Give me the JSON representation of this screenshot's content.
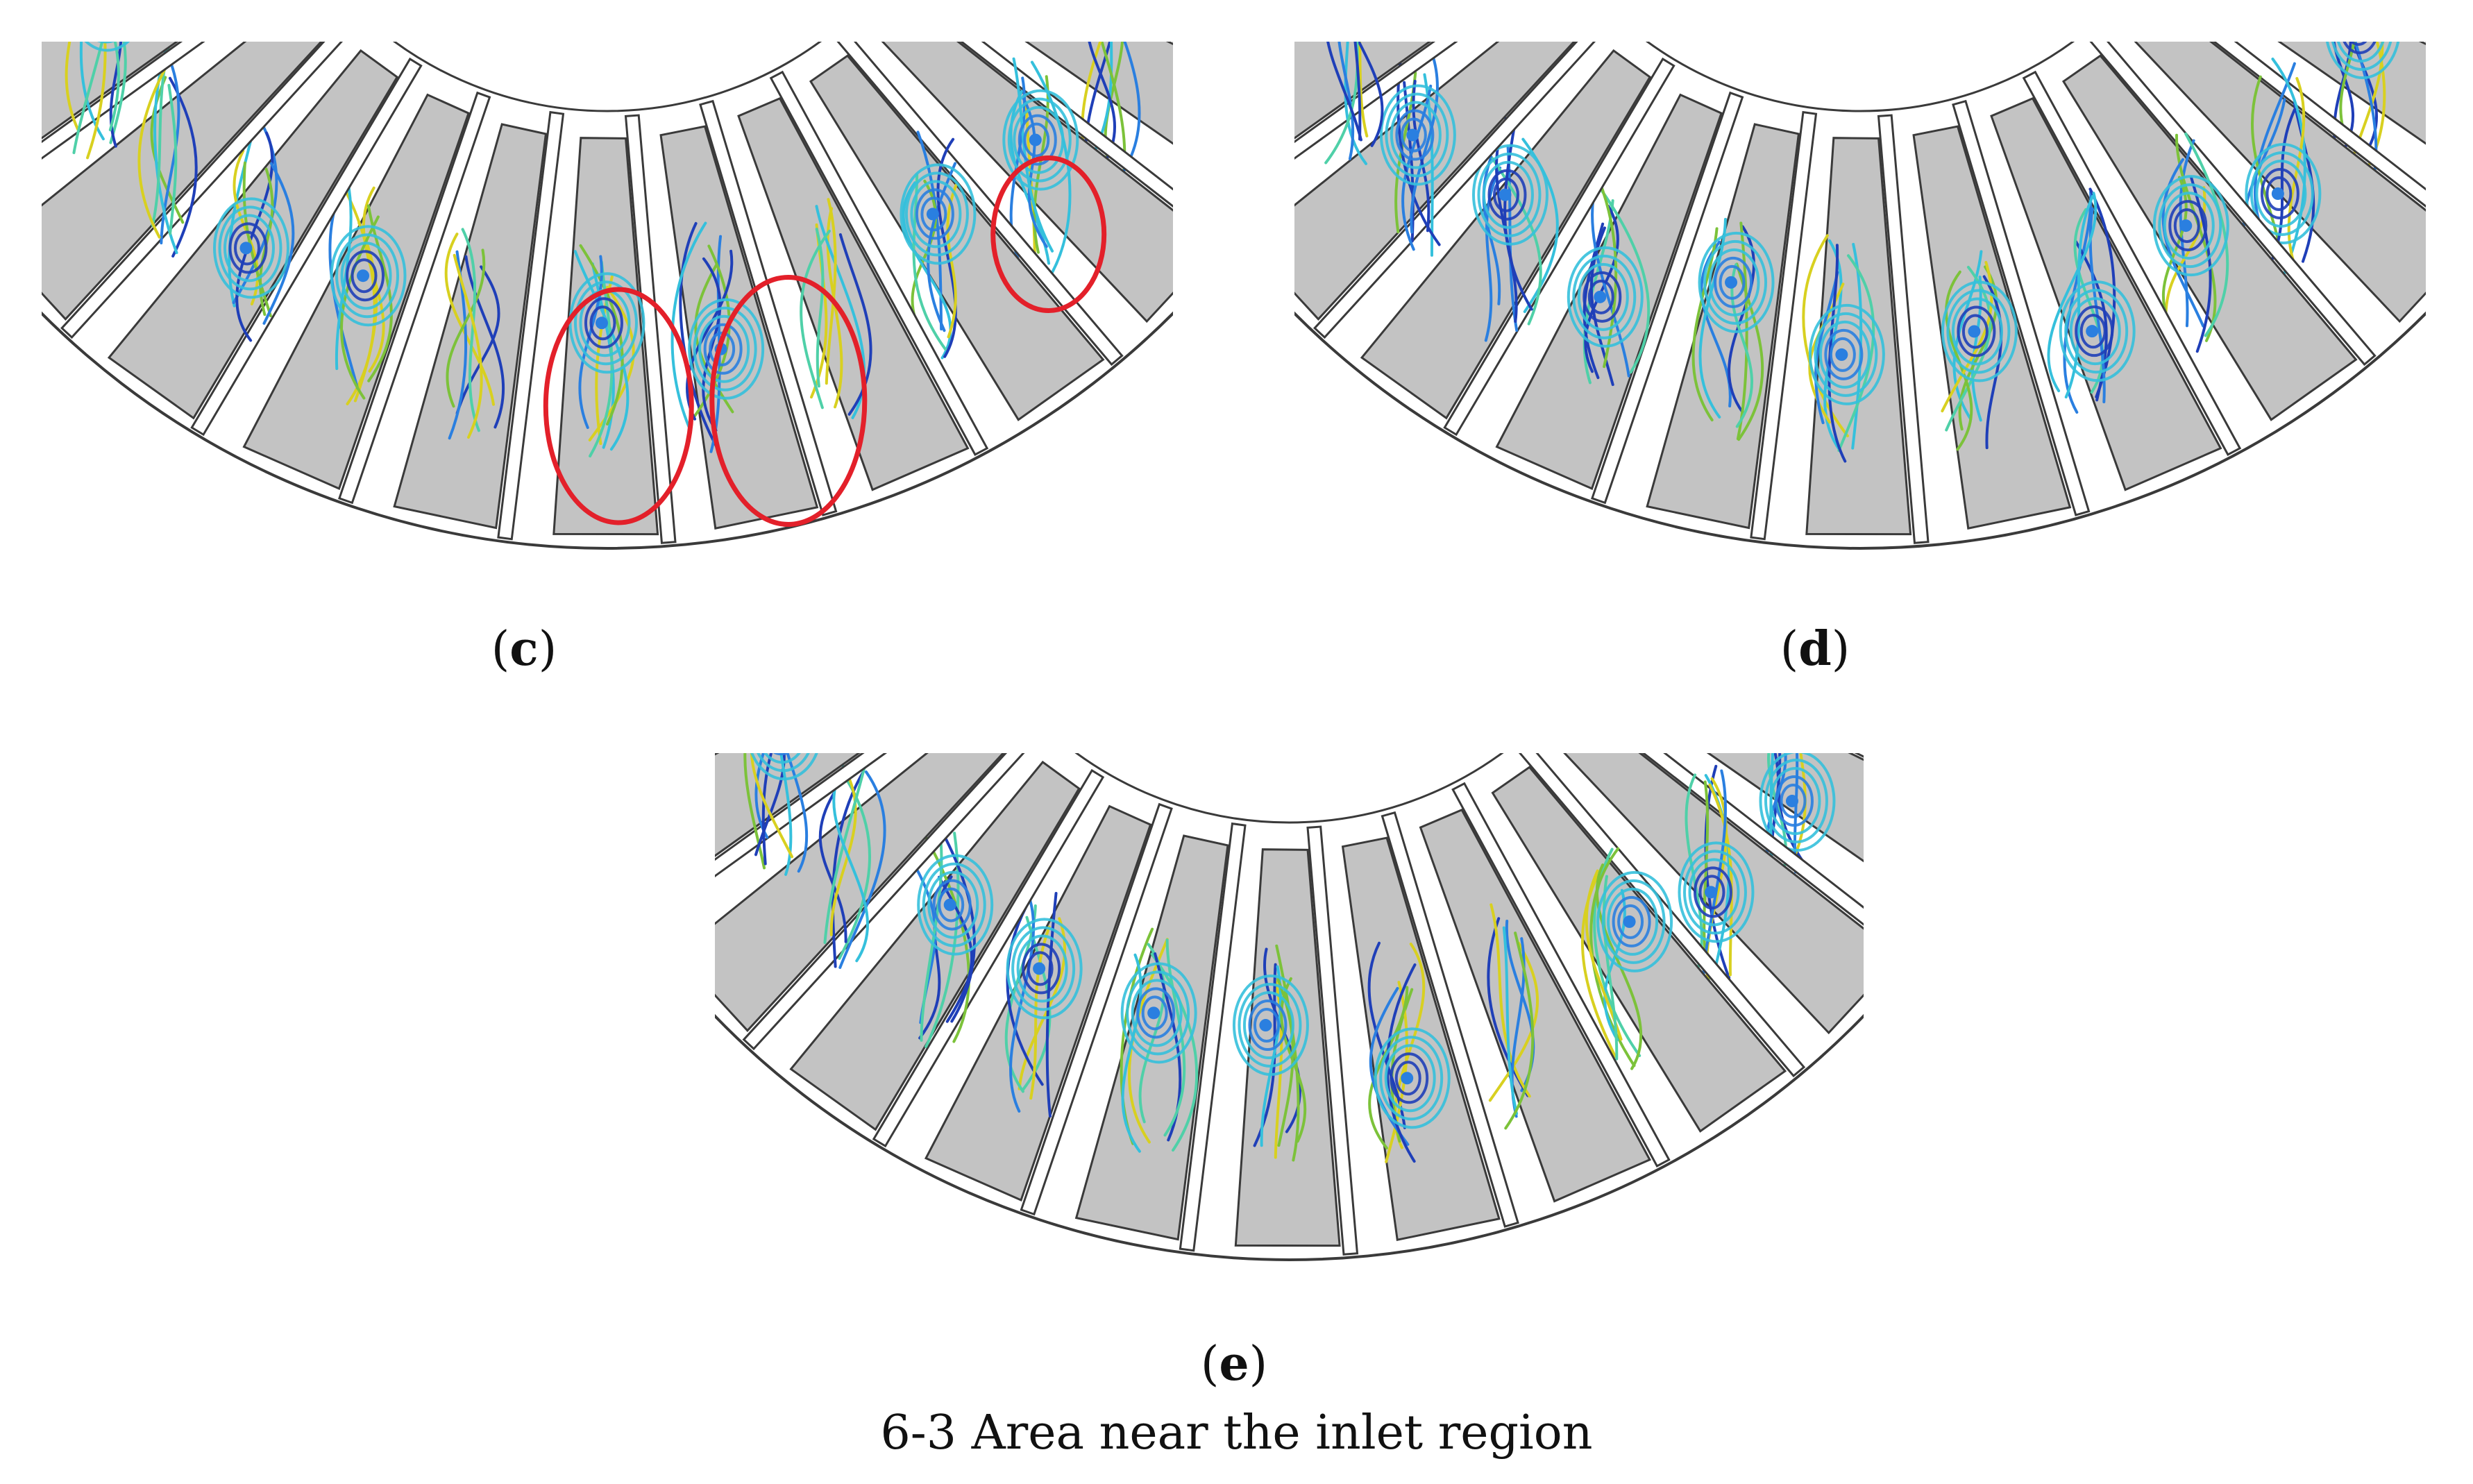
{
  "figure": {
    "panels": [
      {
        "id": "c",
        "letter": "c",
        "highlight_circles": 3
      },
      {
        "id": "d",
        "letter": "d",
        "highlight_circles": 0
      },
      {
        "id": "e",
        "letter": "e",
        "highlight_circles": 0
      }
    ],
    "paren_open": "(",
    "paren_close": ")",
    "caption": "6-3 Area near the inlet region",
    "colors": {
      "passage_fill": "#c3c3c3",
      "vane_fill": "#ffffff",
      "outline": "#3a3a3a",
      "highlight": "#e3202a",
      "streamlines": [
        "#1f3fb8",
        "#2a7fe0",
        "#35c0dc",
        "#4fd0a8",
        "#7cc23a",
        "#d8d020"
      ]
    }
  }
}
